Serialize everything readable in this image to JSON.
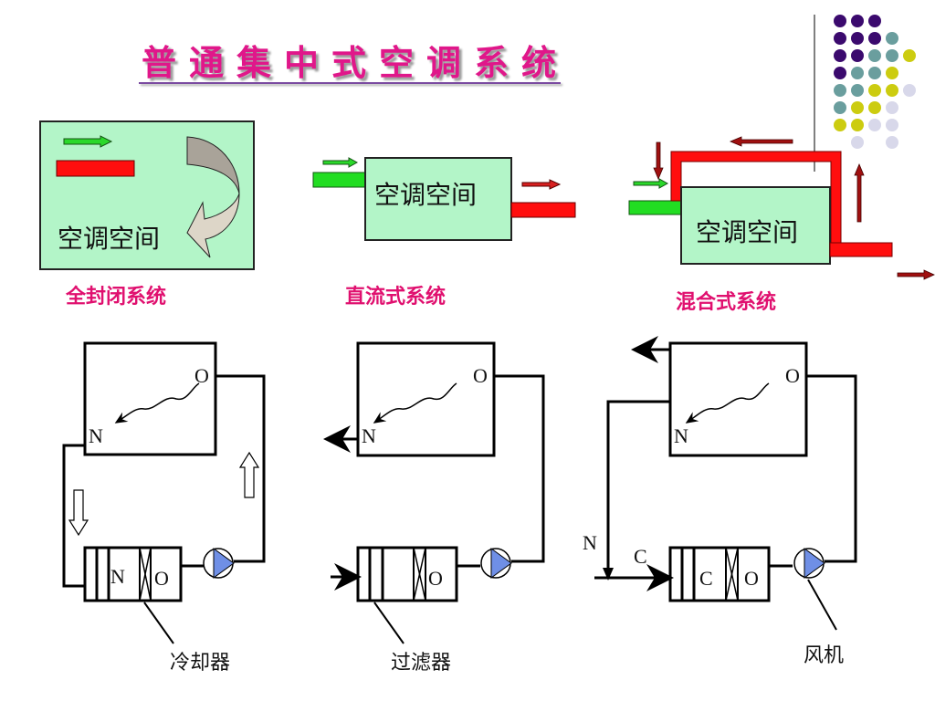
{
  "title": "普通集中式空调系统",
  "top_diagrams": [
    {
      "room_label": "空调空间",
      "caption": "全封闭系统"
    },
    {
      "room_label": "空调空间",
      "caption": "直流式系统"
    },
    {
      "room_label": "空调空间",
      "caption": "混合式系统"
    }
  ],
  "bottom_diagrams": [
    {
      "room_out": "O",
      "room_in": "N",
      "unit_labels": [
        "N",
        "O"
      ],
      "component_label": "冷却器"
    },
    {
      "room_out": "O",
      "room_in": "N",
      "unit_labels": [
        "O"
      ],
      "component_label": "过滤器"
    },
    {
      "room_out": "O",
      "room_in": "N",
      "return_label": "N",
      "mix_label": "C",
      "unit_labels": [
        "C",
        "O"
      ],
      "component_label": "风机"
    }
  ],
  "colors": {
    "title": "#e0178a",
    "caption": "#e0106f",
    "room_fill": "#b3f5c8",
    "supply_green": "#1ed81e",
    "return_red": "#ff1010",
    "arrow_darkred": "#a01010",
    "fan_blue": "#6f8fe6",
    "dot_purple": "#3b0a6e",
    "dot_teal": "#6a9e9e",
    "dot_yellow": "#cccc10",
    "dot_lavender": "#d8d8ea"
  }
}
